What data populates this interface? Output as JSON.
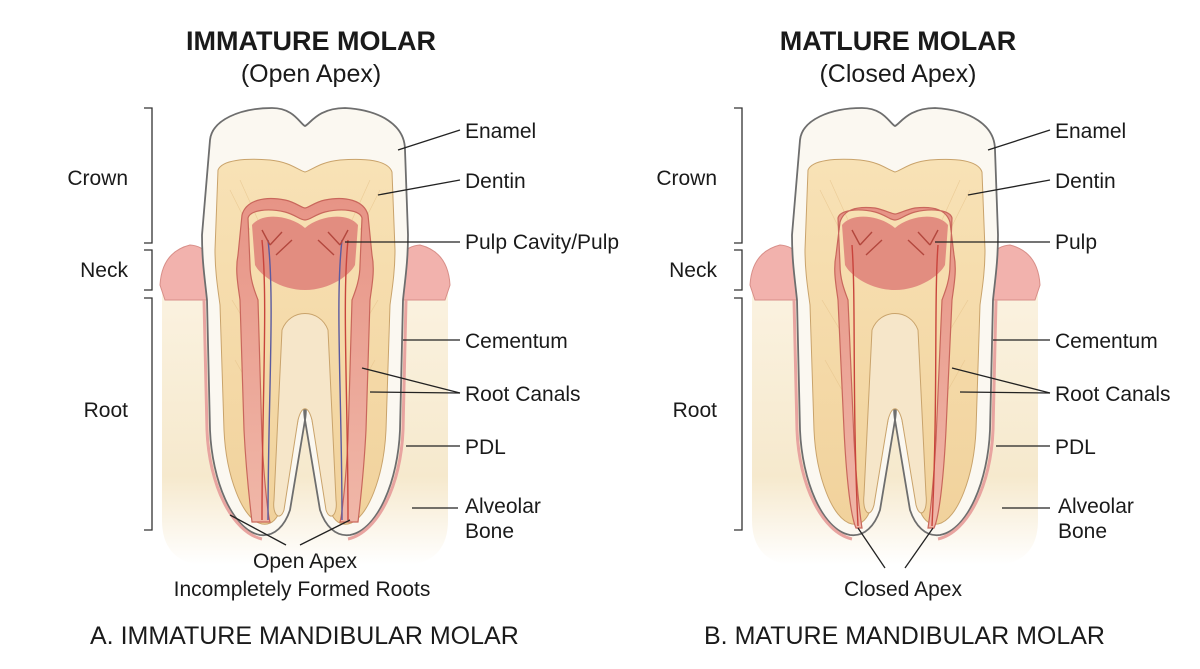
{
  "panels": [
    {
      "title": "IMMATURE MOLAR",
      "subtitle": "(Open Apex)",
      "caption": "A. IMMATURE MANDIBULAR MOLAR",
      "regions": {
        "crown": "Crown",
        "neck": "Neck",
        "root": "Root"
      },
      "labels": {
        "enamel": "Enamel",
        "dentin": "Dentin",
        "pulp": "Pulp Cavity/Pulp",
        "cementum": "Cementum",
        "root_canals": "Root Canals",
        "pdl": "PDL",
        "alveolar_1": "Alveolar",
        "alveolar_2": "Bone"
      },
      "apex_1": "Open Apex",
      "apex_2": "Incompletely Formed Roots"
    },
    {
      "title": "MATLURE MOLAR",
      "subtitle": "(Closed Apex)",
      "caption": "B. MATURE MANDIBULAR MOLAR",
      "regions": {
        "crown": "Crown",
        "neck": "Neck",
        "root": "Root"
      },
      "labels": {
        "enamel": "Enamel",
        "dentin": "Dentin",
        "pulp": "Pulp",
        "cementum": "Cementum",
        "root_canals": "Root Canals",
        "pdl": "PDL",
        "alveolar_1": "Alveolar",
        "alveolar_2": "Bone"
      },
      "apex_1": "Closed Apex"
    }
  ],
  "colors": {
    "enamel": "#fbf8f1",
    "dentin": "#f6dcaa",
    "pulp": "#e69a8e",
    "gum": "#f2b2ad",
    "bone": "#f7ecd3",
    "vessel": "#c8443c"
  }
}
